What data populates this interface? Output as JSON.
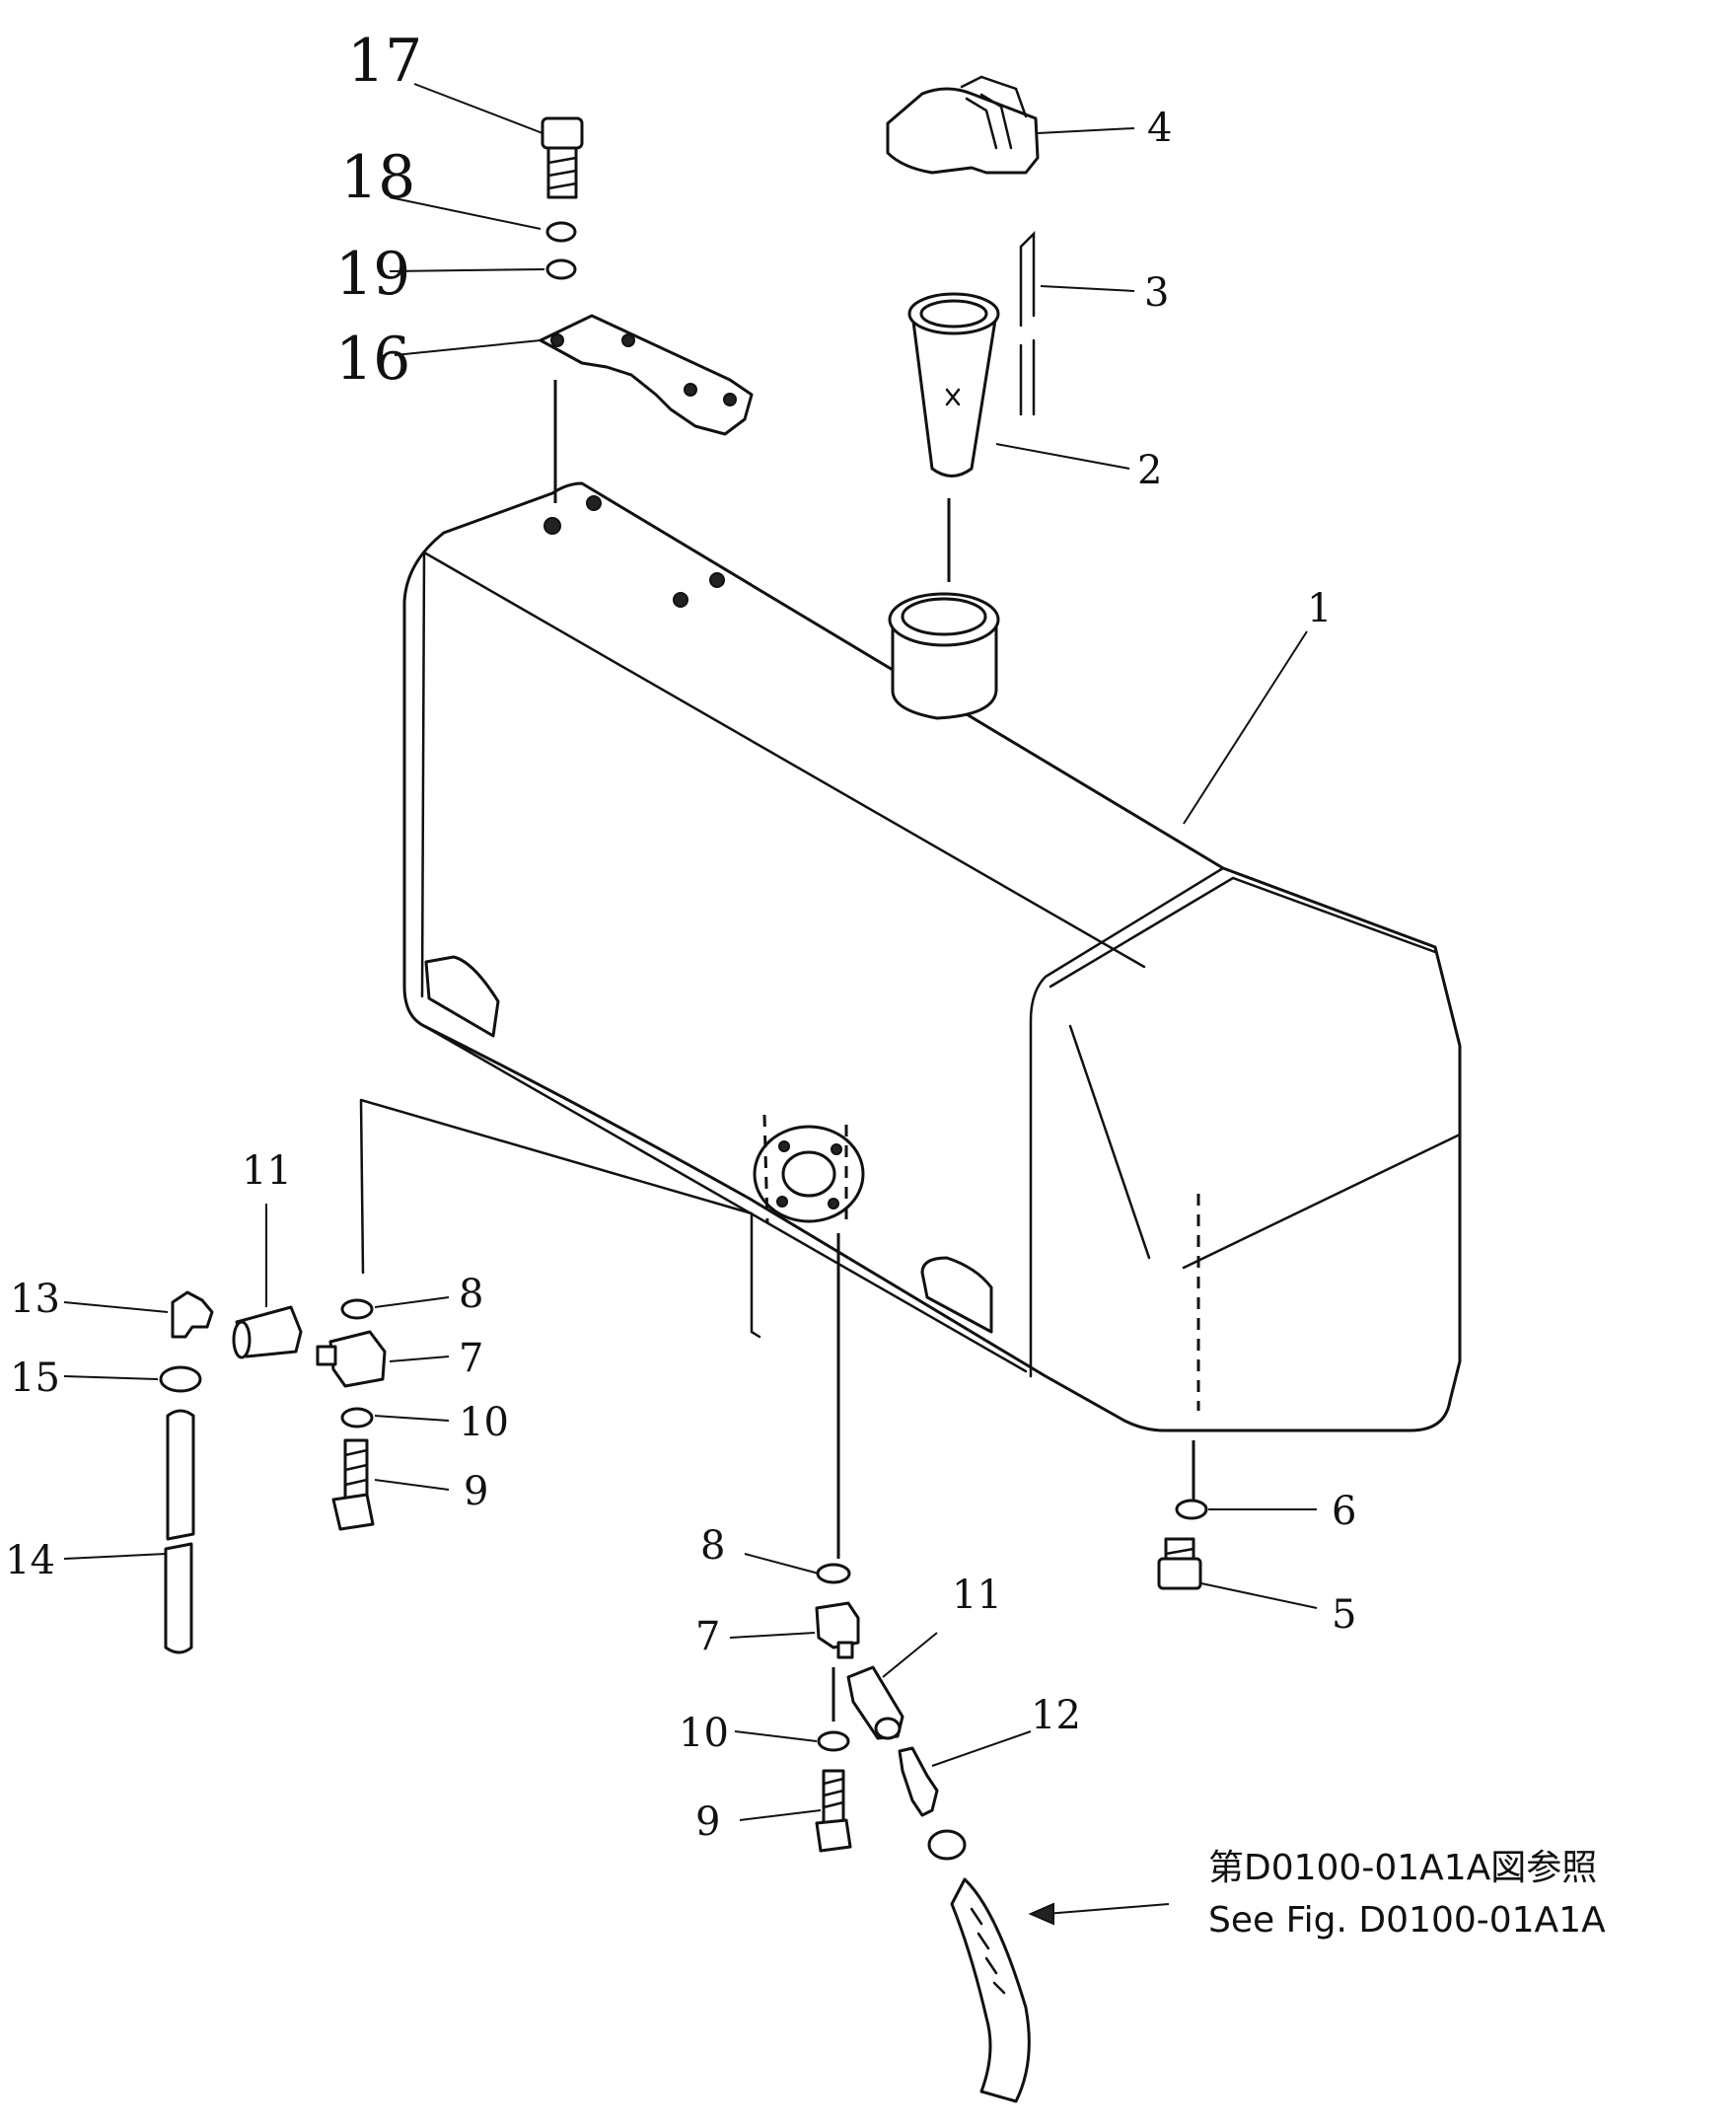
{
  "callouts": {
    "p1": "1",
    "p2": "2",
    "p3": "3",
    "p4": "4",
    "p5": "5",
    "p6": "6",
    "p7a": "7",
    "p7b": "7",
    "p8a": "8",
    "p8b": "8",
    "p9a": "9",
    "p9b": "9",
    "p10a": "10",
    "p10b": "10",
    "p11a": "11",
    "p11b": "11",
    "p12": "12",
    "p13": "13",
    "p14": "14",
    "p15": "15",
    "p16": "16",
    "p17": "17",
    "p18": "18",
    "p19": "19"
  },
  "reference": {
    "line_jp": "第D0100-01A1A図参照",
    "line_en": "See Fig. D0100-01A1A"
  }
}
